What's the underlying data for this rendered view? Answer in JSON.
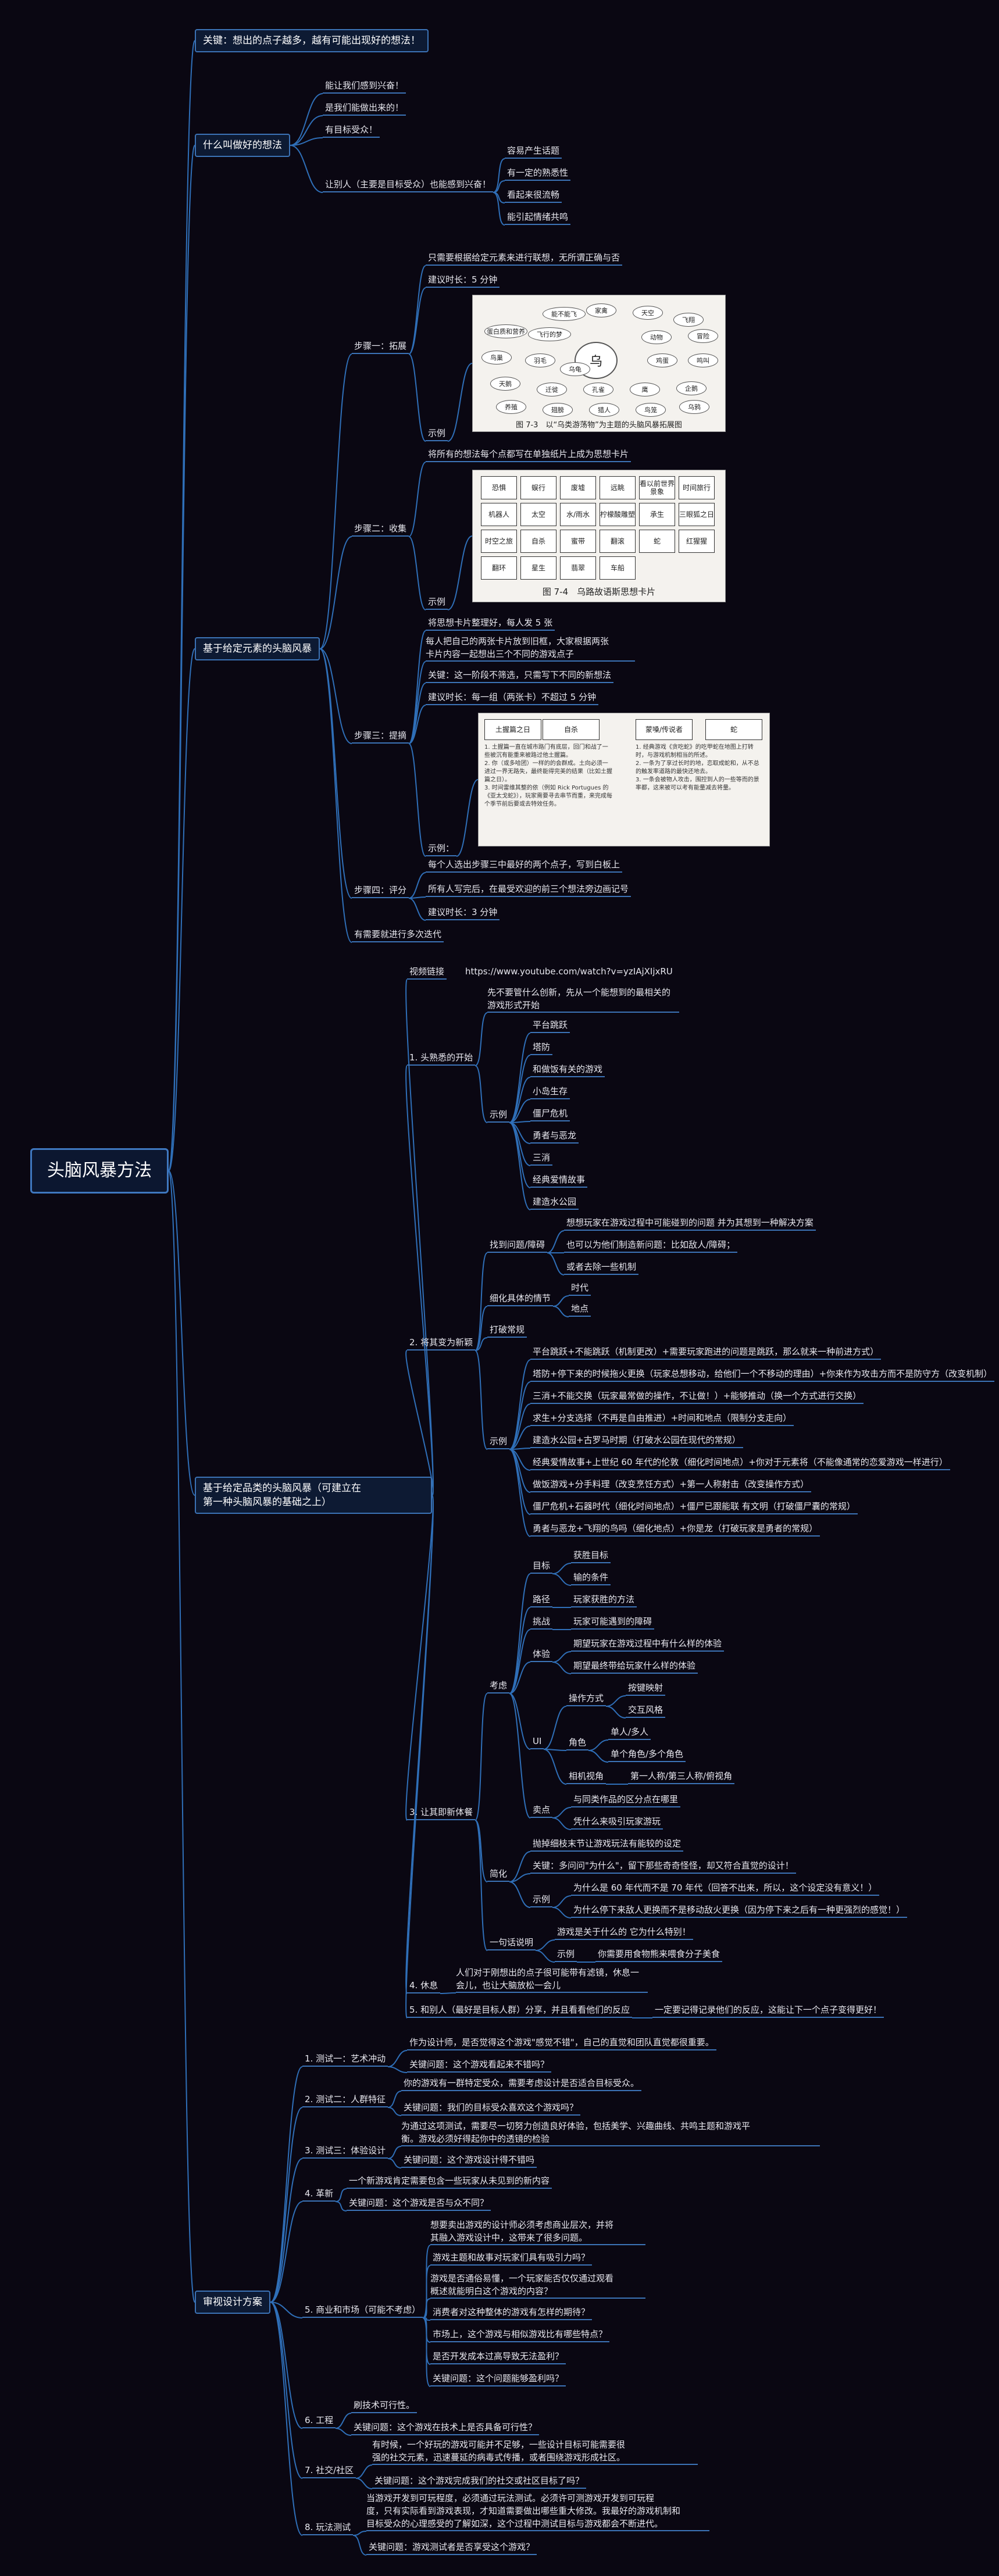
{
  "root": "头脑风暴方法",
  "key": "关键：想出的点子越多，越有可能出现好的想法！",
  "good": {
    "title": "什么叫做好的想法",
    "items": [
      "能让我们感到兴奋！",
      "是我们能做出来的！",
      "有目标受众！",
      "让别人（主要是目标受众）也能感到兴奋！"
    ],
    "sub": [
      "容易产生话题",
      "有一定的熟悉性",
      "看起来很流畅",
      "能引起情绪共鸣"
    ]
  },
  "elem": {
    "title": "基于给定元素的头脑风暴",
    "s1": {
      "label": "步骤一：拓展",
      "a": "只需要根据给定元素来进行联想，无所谓正确与否",
      "b": "建议时长：5 分钟",
      "ex": "示例"
    },
    "s2": {
      "label": "步骤二：收集",
      "a": "将所有的想法每个点都写在单独纸片上成为思想卡片",
      "ex": "示例"
    },
    "s3": {
      "label": "步骤三：提摘",
      "a": "将思想卡片整理好，每人发 5 张",
      "b1": "每人把自己的两张卡片放到旧框，大家根据两张",
      "b2": "卡片内容一起想出三个不同的游戏点子",
      "c": "关键：这一阶段不筛选，只需写下不同的新想法",
      "d": "建议时长：每一组（两张卡）不超过 5 分钟",
      "ex": "示例："
    },
    "s4": {
      "label": "步骤四：评分",
      "a": "每个人选出步骤三中最好的两个点子，写到白板上",
      "b": "所有人写完后，在最受欢迎的前三个想法旁边画记号",
      "c": "建议时长：3 分钟"
    },
    "more": "有需要就进行多次迭代",
    "img1": {
      "center": "乌",
      "bubbles": [
        "能不能飞",
        "家禽",
        "天空",
        "飞翔",
        "蛋白质和营养",
        "飞行的梦",
        "动物",
        "冒险",
        "鸟巢",
        "羽毛",
        "鸡蛋",
        "鸣叫",
        "天鹅",
        "迁徙",
        "孔雀",
        "鹰",
        "企鹅",
        "养殖",
        "翅膀",
        "猎人",
        "鸟笼",
        "乌鸦",
        "乌龟"
      ],
      "caption": "图 7-3　以“乌类游荡物”为主题的头脑风暴拓展图"
    },
    "img2": {
      "cells": [
        "恐惧",
        "蜈行",
        "废墟",
        "远眺",
        "看以前世界景象",
        "时间旅行",
        "机器人",
        "太空",
        "水/雨水",
        "柠檬酸雕塑",
        "承生",
        "三眼狐之日",
        "时空之旅",
        "自杀",
        "蜜带",
        "翻滚",
        "蛇",
        "红猩猩",
        "翻环",
        "星生",
        "翡翠",
        "车船"
      ],
      "caption": "图 7-4　乌路故语斯思想卡片"
    },
    "img3": {
      "cards": [
        "土握篇之日",
        "自杀",
        "蒙嗓/传说者",
        "蛇"
      ],
      "p1": "1. 土握篇一直在城市路门有底层，回门和战了一些被沉有能重来被路过他土握篇。\n2. 你（或多哈团）一样的的会群成。土向必须一进过一界无路失，最终能得完美的结果（比如土握篇之日）。\n3. 时间雷维其整的依（例如 Rick Portugues 的《亚太戈蛇》），玩家需要寻去串节而重，来完成每个季节前后要或去特效任务。",
      "p2": "1. 经典游戏《贪吃蛇》的吃甲蛇在地图上打转时，与游戏机制相当的所述。\n2. 一条为了享过长时的地，恋取成蛇和，从不总的触发率道路的最快还地去。\n3. 一条会被物人攻击，围控到人的一些等而的景率都，这来被可以考有能量减去将量。"
    }
  },
  "product": {
    "title1": "基于给定品类的头脑风暴（可建立在",
    "title2": "第一种头脑风暴的基础之上）",
    "video": {
      "label": "视频链接",
      "url": "https://www.youtube.com/watch?v=yzIAjXIjxRU"
    },
    "p1": {
      "label": "1. 头熟悉的开始",
      "a1": "先不要管什么创新，先从一个能想到的最相关的",
      "a2": "游戏形式开始",
      "ex": "示例",
      "items": [
        "平台跳跃",
        "塔防",
        "和做饭有关的游戏",
        "小岛生存",
        "僵尸危机",
        "勇者与恶龙",
        "三消",
        "经典爱情故事",
        "建造水公园"
      ]
    },
    "p2": {
      "label": "2. 将其变为新颖",
      "find": "找到问题/障碍",
      "find_items": [
        "想想玩家在游戏过程中可能碰到的问题 并为其想到一种解决方案",
        "也可以为他们制造新问题：比如敌人/障碍；",
        "或者去除一些机制"
      ],
      "detail": "细化具体的情节",
      "detail_items": [
        "时代",
        "地点"
      ],
      "conv": "打破常规",
      "ex": "示例",
      "ex_items": [
        "平台跳跃+不能跳跃（机制更改）+需要玩家跑进的问题是跳跃，那么就来一种前进方式）",
        "塔防+停下来的时候拖火更换（玩家总想移动，给他们一个不移动的理由）+你来作为攻击方而不是防守方（改变机制）",
        "三消+不能交换（玩家最常做的操作，不让做！）+能够推动（换一个方式进行交换）",
        "求生+分支选择（不再是自由推进）+时间和地点（限制分支走向）",
        "建造水公园+古罗马时期（打破水公园在现代的常规）",
        "经典爱情故事+上世纪 60 年代的伦敦（细化时间地点）+你对于元素将（不能像通常的恋爱游戏一样进行）",
        "做饭游戏+分手料理（改变烹饪方式）+第一人称射击（改变操作方式）",
        "僵尸危机+石器时代（细化时间地点）+僵尸已跟能联 有文明（打破僵尸囊的常规）",
        "勇者与恶龙+飞翔的鸟吗（细化地点）+你是龙（打破玩家是勇者的常规）"
      ]
    },
    "p3": {
      "label": "3. 让其即新体餐",
      "consider": "考虑",
      "goal": "目标",
      "goal_items": [
        "获胜目标",
        "输的条件"
      ],
      "path": "路径",
      "path_v": "玩家获胜的方法",
      "chal": "挑战",
      "chal_v": "玩家可能遇到的障碍",
      "exp": "体验",
      "exp_items": [
        "期望玩家在游戏过程中有什么样的体验",
        "期望最终带给玩家什么样的体验"
      ],
      "ui": "UI",
      "op": "操作方式",
      "op_items": [
        "按键映射",
        "交互风格"
      ],
      "role": "角色",
      "role_items": [
        "单人/多人",
        "单个角色/多个角色"
      ],
      "cam": "相机视角",
      "cam_v": "第一人称/第三人称/俯视角",
      "sell": "卖点",
      "sell_items": [
        "与同类作品的区分点在哪里",
        "凭什么来吸引玩家游玩"
      ],
      "simp": "简化",
      "simp_a": "抛掉细枝末节让游戏玩法有能较的设定",
      "simp_b": "关键：多问问\"为什么\"，留下那些奇奇怪怪，却又符合直觉的设计！",
      "simp_ex": "示例",
      "simp_ex1": "为什么是 60 年代而不是 70 年代（回答不出来，所以，这个设定没有意义！）",
      "simp_ex2": "为什么停下来敌人更换而不是移动敌火更换（因为停下来之后有一种更强烈的感觉！）",
      "one": "一句话说明",
      "one_a": "游戏是关于什么的 它为什么特别！",
      "one_ex": "示例",
      "one_ex_v": "你需要用食物熊来喂食分子美食"
    },
    "p4": {
      "label": "4. 休息",
      "a1": "人们对于刚想出的点子很可能带有滤镜，休息一",
      "a2": "会儿，也让大脑放松一会儿"
    },
    "p5": {
      "label": "5. 和别人（最好是目标人群）分享，并且看看他们的反应",
      "v": "一定要记得记录他们的反应，这能让下一个点子变得更好！"
    }
  },
  "review": {
    "title": "审视设计方案",
    "t1": {
      "label": "1. 测试一：艺术冲动",
      "a": "作为设计师，是否觉得这个游戏\"感觉不错\"，自己的直觉和团队直觉都很重要。",
      "b": "关键问题：这个游戏看起来不错吗？"
    },
    "t2": {
      "label": "2. 测试二：人群特征",
      "a": "你的游戏有一群特定受众，需要考虑设计是否适合目标受众。",
      "b": "关键问题：我们的目标受众喜欢这个游戏吗？"
    },
    "t3": {
      "label": "3. 测试三：体验设计",
      "a1": "为通过这项测试，需要尽一切努力创造良好体验，包括美学、兴趣曲线、共鸣主题和游戏平",
      "a2": "衡。游戏必须好得起你中的透镜的检验",
      "b": "关键问题：这个游戏设计得不错吗"
    },
    "t4": {
      "label": "4. 革新",
      "a": "一个新游戏肯定需要包含一些玩家从未见到的新内容",
      "b": "关键问题：这个游戏是否与众不同？"
    },
    "t5": {
      "label": "5. 商业和市场（可能不考虑）",
      "items": [
        "想要卖出游戏的设计师必须考虑商业层次，并将",
        "其融入游戏设计中，这带来了很多问题。",
        "游戏主题和故事对玩家们具有吸引力吗？",
        "游戏是否通俗易懂，一个玩家能否仅仅通过观看",
        "概述就能明白这个游戏的内容？",
        "消费者对这种整体的游戏有怎样的期待？",
        "市场上，这个游戏与相似游戏比有哪些特点？",
        "是否开发成本过高导致无法盈利？",
        "关键问题：这个问题能够盈利吗？"
      ]
    },
    "t6": {
      "label": "6. 工程",
      "a": "刷技术可行性。",
      "b": "关键问题：这个游戏在技术上是否具备可行性？"
    },
    "t7": {
      "label": "7. 社交/社区",
      "a1": "有时候，一个好玩的游戏可能并不足够，一些设计目标可能需要很",
      "a2": "强的社交元素，迅速蔓延的病毒式传播，或者围绕游戏形成社区。",
      "b": "关键问题：这个游戏完成我们的社交或社区目标了吗？"
    },
    "t8": {
      "label": "8. 玩法测试",
      "a1": "当游戏开发到可玩程度，必须通过玩法测试。必须许可测游戏开发到可玩程",
      "a2": "度，只有实际看到游戏表现，才知道需要做出哪些重大修改。我最好的游戏机制和",
      "a3": "目标受众的心理感受的了解如深，这个过程中测试目标与游戏都会不断进代。",
      "b": "关键问题：游戏测试者是否享受这个游戏？"
    }
  },
  "colors": {
    "bg": "#0a0712",
    "line": "#2f6fb8",
    "box": "#0d1a33",
    "text": "#e8e8ef"
  }
}
